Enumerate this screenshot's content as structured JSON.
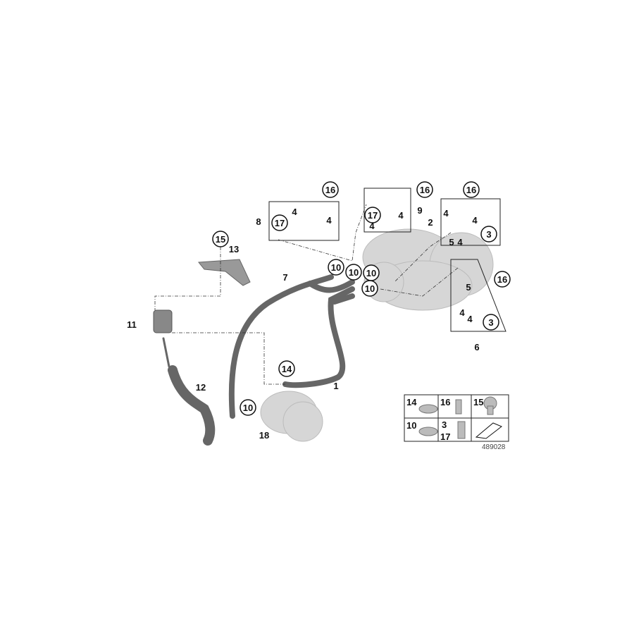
{
  "diagram_number": "489028",
  "callouts": [
    {
      "text": "16",
      "circled": true
    },
    {
      "text": "8",
      "circled": false
    },
    {
      "text": "17",
      "circled": true
    },
    {
      "text": "4",
      "circled": false
    },
    {
      "text": "4",
      "circled": false
    },
    {
      "text": "16",
      "circled": true
    },
    {
      "text": "17",
      "circled": true
    },
    {
      "text": "4",
      "circled": false
    },
    {
      "text": "4",
      "circled": false
    },
    {
      "text": "9",
      "circled": false
    },
    {
      "text": "16",
      "circled": true
    },
    {
      "text": "2",
      "circled": false
    },
    {
      "text": "4",
      "circled": false
    },
    {
      "text": "4",
      "circled": false
    },
    {
      "text": "3",
      "circled": true
    },
    {
      "text": "5",
      "circled": false
    },
    {
      "text": "4",
      "circled": false
    },
    {
      "text": "16",
      "circled": true
    },
    {
      "text": "5",
      "circled": false
    },
    {
      "text": "4",
      "circled": false
    },
    {
      "text": "4",
      "circled": false
    },
    {
      "text": "3",
      "circled": true
    },
    {
      "text": "6",
      "circled": false
    },
    {
      "text": "10",
      "circled": true
    },
    {
      "text": "10",
      "circled": true
    },
    {
      "text": "10",
      "circled": true
    },
    {
      "text": "10",
      "circled": true
    },
    {
      "text": "7",
      "circled": false
    },
    {
      "text": "15",
      "circled": true
    },
    {
      "text": "13",
      "circled": false
    },
    {
      "text": "11",
      "circled": false
    },
    {
      "text": "12",
      "circled": false
    },
    {
      "text": "14",
      "circled": true
    },
    {
      "text": "1",
      "circled": false
    },
    {
      "text": "10",
      "circled": true
    },
    {
      "text": "18",
      "circled": false
    }
  ],
  "legend": [
    {
      "labels": [
        "14"
      ],
      "part": "hose-clamp"
    },
    {
      "labels": [
        "16"
      ],
      "part": "bolt"
    },
    {
      "labels": [
        "15"
      ],
      "part": "screw"
    },
    {
      "labels": [
        "10"
      ],
      "part": "hose-clamp"
    },
    {
      "labels": [
        "3",
        "17"
      ],
      "part": "banjo-bolt"
    },
    {
      "labels": [],
      "part": "arrow-symbol"
    }
  ]
}
